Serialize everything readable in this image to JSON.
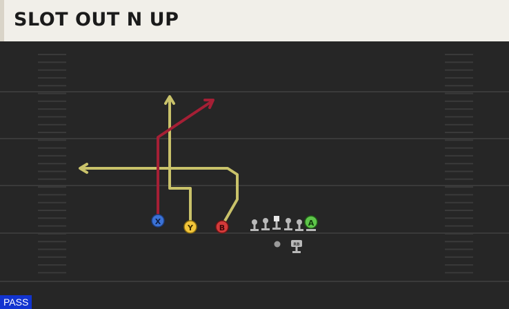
{
  "play": {
    "title": "SLOT OUT N UP",
    "type_tag": "PASS"
  },
  "colors": {
    "field": "#262626",
    "title_bg": "#f1efe9",
    "route_yellow": "#c9c26a",
    "route_red": "#a51f35",
    "x_button": "#3b72d6",
    "y_button": "#f2c53a",
    "b_button": "#d33a3a",
    "a_button": "#5ec54a",
    "pass_tag": "#1234d0"
  },
  "receivers": [
    {
      "label": "X",
      "icon": "x-button-icon"
    },
    {
      "label": "Y",
      "icon": "y-button-icon"
    },
    {
      "label": "B",
      "icon": "b-button-icon"
    },
    {
      "label": "A",
      "icon": "a-button-icon"
    }
  ],
  "backfield": {
    "rb_label": "RB"
  }
}
